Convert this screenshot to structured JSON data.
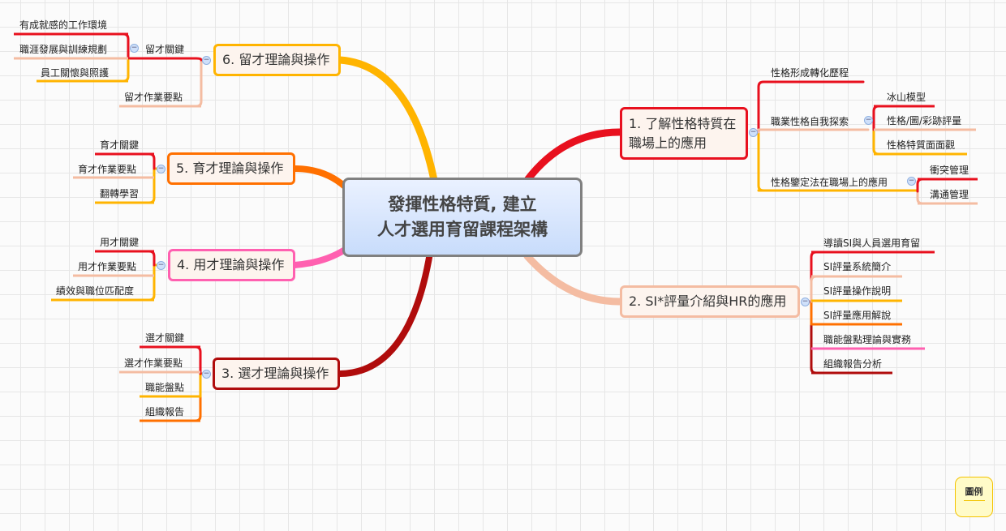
{
  "colors": {
    "red": "#e8101e",
    "salmon": "#f4bca2",
    "yellow": "#ffb400",
    "orange": "#ff7000",
    "pink": "#ff60b0",
    "darkred": "#b00c0c",
    "center_border": "#808080"
  },
  "center": {
    "line1": "發揮性格特質, 建立",
    "line2": "人才選用育留課程架構"
  },
  "topic1": {
    "title": "1. 了解性格特質在職場上的應用",
    "subs": [
      "性格形成轉化歷程",
      "職業性格自我探索",
      "性格鑒定法在職場上的應用"
    ],
    "explore_children": [
      "冰山模型",
      "性格/圖/彩跡評量",
      "性格特質面面觀"
    ],
    "method_children": [
      "衝突管理",
      "溝通管理"
    ]
  },
  "topic2": {
    "title": "2. SI*評量介紹與HR的應用",
    "subs": [
      "導讀SI與人員選用育留",
      "SI評量系統簡介",
      "SI評量操作說明",
      "SI評量應用解說",
      "職能盤點理論與實務",
      "組織報告分析"
    ]
  },
  "topic3": {
    "title": "3. 選才理論與操作",
    "subs": [
      "選才關鍵",
      "選才作業要點",
      "職能盤點",
      "組織報告"
    ]
  },
  "topic4": {
    "title": "4. 用才理論與操作",
    "subs": [
      "用才關鍵",
      "用才作業要點",
      "績效與職位匹配度"
    ]
  },
  "topic5": {
    "title": "5. 育才理論與操作",
    "subs": [
      "育才關鍵",
      "育才作業要點",
      "翻轉學習"
    ]
  },
  "topic6": {
    "title": "6. 留才理論與操作",
    "subs": [
      "留才關鍵",
      "留才作業要點"
    ],
    "key_children": [
      "有成就感的工作環境",
      "職涯發展與訓練規劃",
      "員工關懷與照護"
    ]
  },
  "legend": {
    "label": "圖例"
  },
  "toggle_symbol": "−"
}
